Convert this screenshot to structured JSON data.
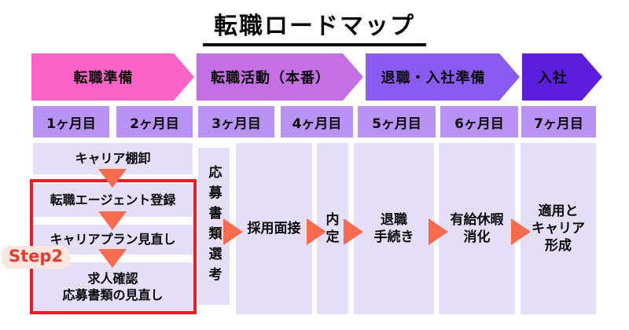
{
  "title": "転職ロードマップ",
  "colors": {
    "phase1": "#FB63C6",
    "phase2": "#C46FE3",
    "phase3": "#8A5BF0",
    "phase4": "#5B1EDD",
    "month-bg": "#B892F5",
    "panel-bg": "#E4DEF6",
    "arrow-orange": "#F96B4C",
    "highlight-red": "#EA1C24",
    "badge-bg": "#FBE7E0",
    "badge-text": "#E93A2B",
    "text": "#0A0A0A"
  },
  "phases": [
    {
      "label": "転職準備"
    },
    {
      "label": "転職活動（本番）"
    },
    {
      "label": "退職・入社準備"
    },
    {
      "label": "入社"
    }
  ],
  "months": [
    "1ヶ月目",
    "2ヶ月目",
    "3ヶ月目",
    "4ヶ月目",
    "5ヶ月目",
    "6ヶ月目",
    "7ヶ月目"
  ],
  "preparation": {
    "badge": "Step2",
    "steps": [
      "キャリア棚卸",
      "転職エージェント登録",
      "キャリアプラン見直し",
      "求人確認\n応募書類の見直し"
    ]
  },
  "screening": {
    "label": "応募書類選考"
  },
  "flow": {
    "steps": [
      "採用面接",
      "内\n定",
      "退職\n手続き",
      "有給休暇\n消化",
      "適用と\nキャリア\n形成"
    ]
  }
}
